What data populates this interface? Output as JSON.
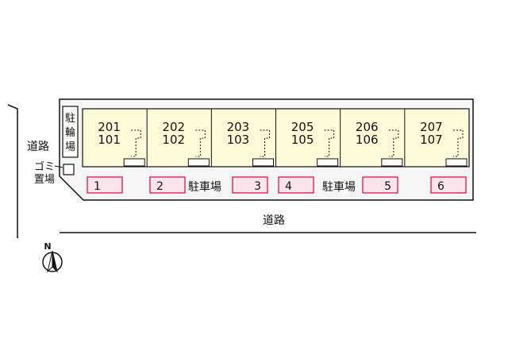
{
  "colors": {
    "building_fill": "#fcfcd9",
    "parking_fill": "#fde3ec",
    "parking_stroke": "#e0004e",
    "lot_fill": "#f5f5f5",
    "line": "#111111"
  },
  "labels": {
    "road_left": "道路",
    "road_bottom": "道路",
    "bicycle_parking": [
      "駐",
      "輪",
      "場"
    ],
    "garbage_top": "ゴミ",
    "garbage_bottom": "置場",
    "parking_label": "駐車場",
    "north_marker": "N"
  },
  "units": [
    {
      "upper": "201",
      "lower": "101"
    },
    {
      "upper": "202",
      "lower": "102"
    },
    {
      "upper": "203",
      "lower": "103"
    },
    {
      "upper": "205",
      "lower": "105"
    },
    {
      "upper": "206",
      "lower": "106"
    },
    {
      "upper": "207",
      "lower": "107"
    }
  ],
  "parking_spaces": [
    "1",
    "2",
    "3",
    "4",
    "5",
    "6"
  ],
  "icons": {
    "north": "north-arrow-icon",
    "garbage": "garbage-box-icon"
  }
}
